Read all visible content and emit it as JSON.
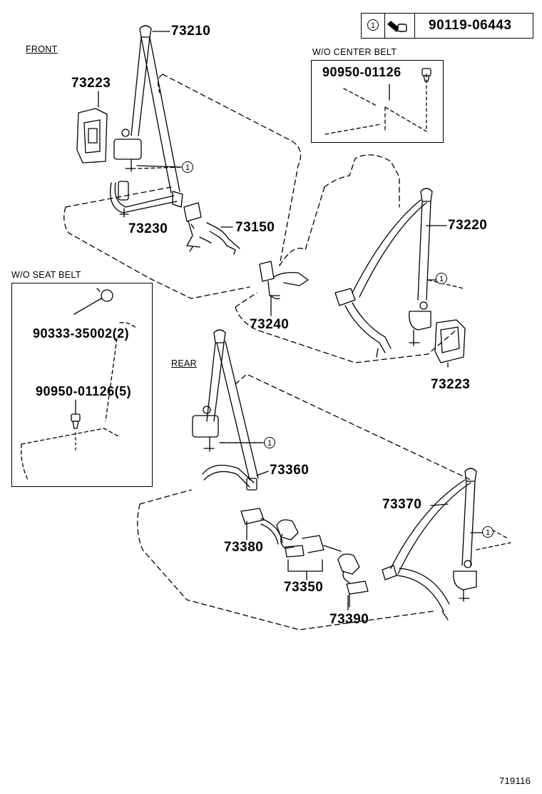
{
  "header_table": {
    "ref_symbol": "1",
    "part_number": "90119-06443"
  },
  "sections": {
    "front": "FRONT",
    "rear": "REAR",
    "wo_center_belt": "W/O  CENTER BELT",
    "wo_seat_belt": "W/O  SEAT BELT"
  },
  "callouts": {
    "p73210": "73210",
    "p73223_top": "73223",
    "p73230": "73230",
    "p73150": "73150",
    "p73220": "73220",
    "p73240": "73240",
    "p73223_right": "73223",
    "p73360": "73360",
    "p73370": "73370",
    "p73380": "73380",
    "p73350": "73350",
    "p73390": "73390",
    "bolt_center": "90950-01126",
    "cap_seat": "90333-35002(2)",
    "bolt_seat": "90950-01126(5)"
  },
  "ref_markers": [
    "1",
    "1",
    "1",
    "1"
  ],
  "figure_id": "719116"
}
